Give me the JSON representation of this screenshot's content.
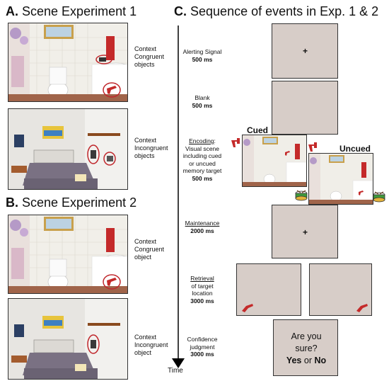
{
  "panel_a": {
    "letter": "A.",
    "title": "Scene Experiment 1"
  },
  "panel_b": {
    "letter": "B.",
    "title": "Scene Experiment 2"
  },
  "panel_c": {
    "letter": "C.",
    "title": "Sequence of events in Exp. 1 & 2"
  },
  "scenes": [
    {
      "context_line1": "Context",
      "context_line2": "Congruent",
      "context_line3": "objects"
    },
    {
      "context_line1": "Context",
      "context_line2": "Incongruent",
      "context_line3": "objects"
    },
    {
      "context_line1": "Context",
      "context_line2": "Congruent",
      "context_line3": "object"
    },
    {
      "context_line1": "Context",
      "context_line2": "Incongruent",
      "context_line3": "object"
    }
  ],
  "events": {
    "alerting": {
      "name": "Alerting Signal",
      "duration": "500 ms",
      "symbol": "+"
    },
    "blank": {
      "name": "Blank",
      "duration": "500 ms"
    },
    "encoding": {
      "name": "Encoding",
      "desc_line1": "Visual scene",
      "desc_line2": "including  cued",
      "desc_line3": "or uncued",
      "desc_line4": "memory target",
      "duration": "500 ms",
      "cued_label": "Cued",
      "uncued_label": "Uncued"
    },
    "maintenance": {
      "name": "Maintenance",
      "duration": "2000 ms",
      "symbol": "+"
    },
    "retrieval": {
      "name": "Retrieval",
      "line2": "of target",
      "line3": "location",
      "duration": "3000 ms"
    },
    "confidence": {
      "line1": "Confidence",
      "line2": "judgment",
      "duration": "3000 ms",
      "q1": "Are you",
      "q2": "sure?",
      "yes": "Yes",
      "or": "or",
      "no": "No"
    }
  },
  "timeline": {
    "label": "Time"
  },
  "colors": {
    "screen": "#d7cdc8",
    "circle": "#c0282d",
    "arrow": "#000000"
  }
}
